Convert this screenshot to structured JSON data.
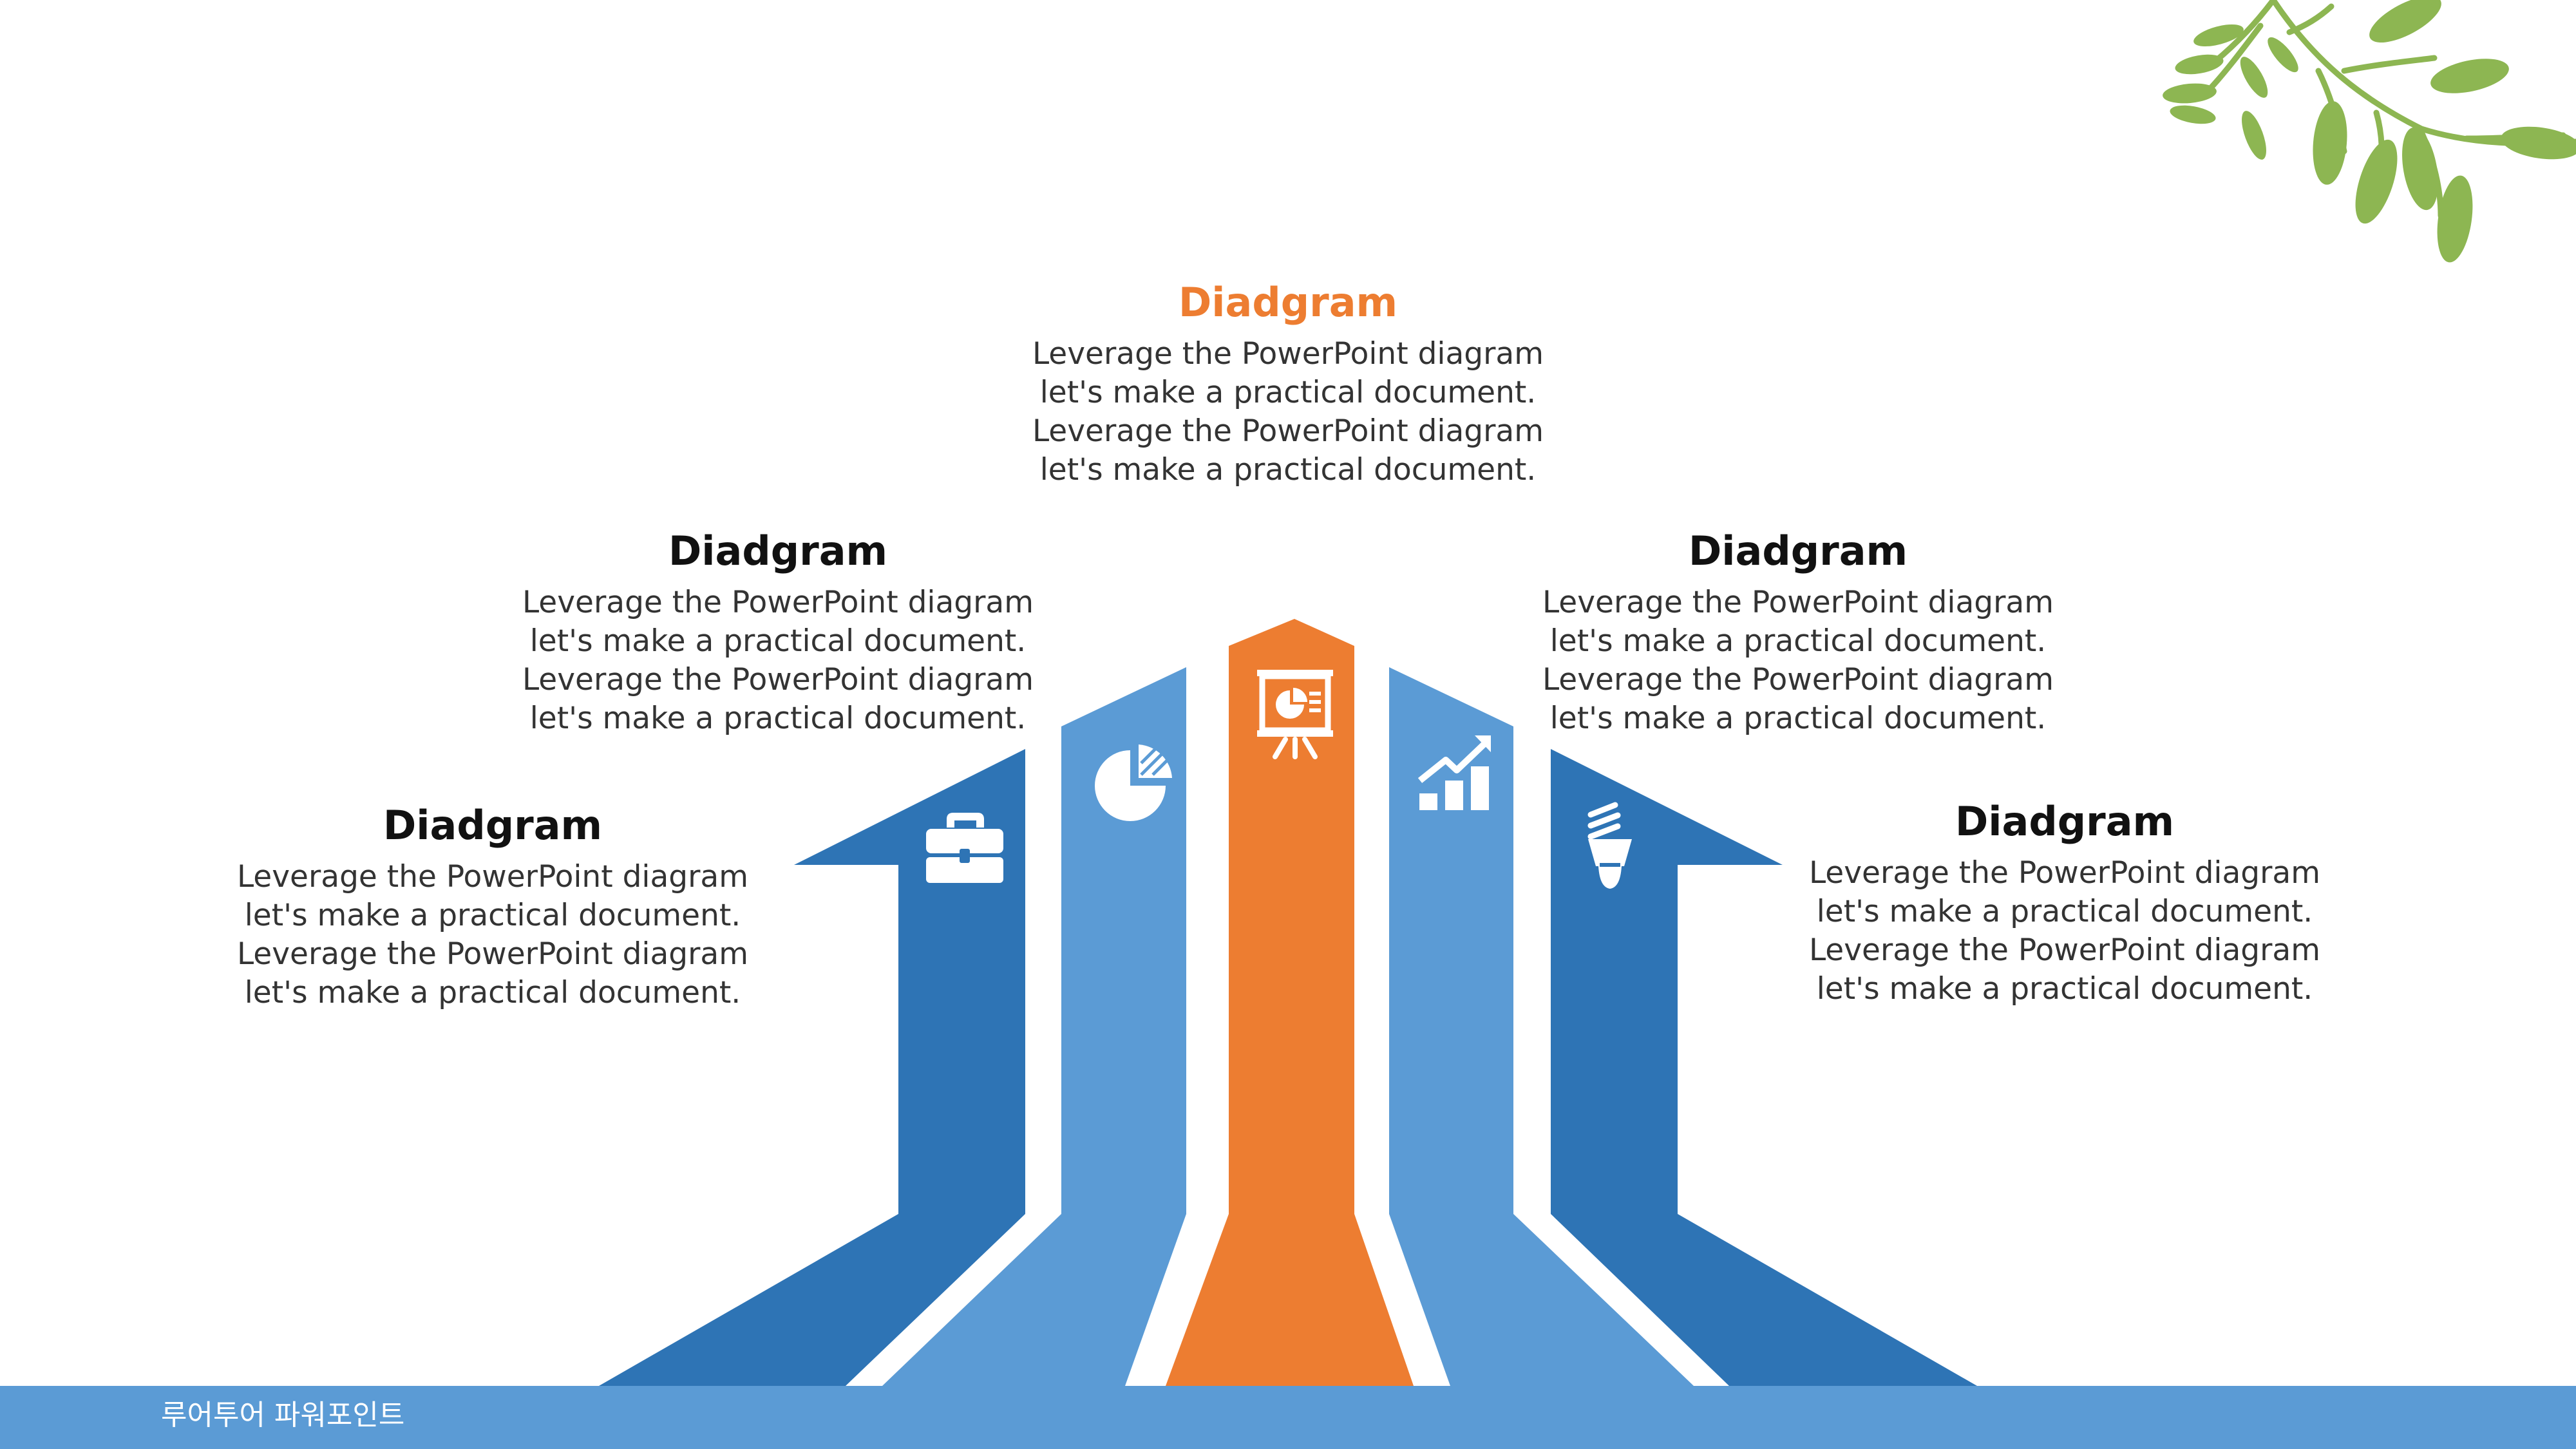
{
  "colors": {
    "orange": "#ED7D31",
    "light_blue": "#5B9BD5",
    "dark_blue": "#2E74B5",
    "leaf_green": "#8DB652",
    "footer": "#5B9BD5"
  },
  "blocks": {
    "top": {
      "title": "Diadgram",
      "body": "Leverage the PowerPoint diagram let's make a practical document. Leverage the PowerPoint diagram let's make a practical document."
    },
    "upper_left": {
      "title": "Diadgram",
      "body": "Leverage the PowerPoint diagram let's make a practical document. Leverage the PowerPoint diagram let's make a practical document."
    },
    "upper_right": {
      "title": "Diadgram",
      "body": "Leverage the PowerPoint diagram let's make a practical document. Leverage the PowerPoint diagram let's make a practical document."
    },
    "lower_left": {
      "title": "Diadgram",
      "body": "Leverage the PowerPoint diagram let's make a practical document. Leverage the PowerPoint diagram let's make a practical document."
    },
    "lower_right": {
      "title": "Diadgram",
      "body": "Leverage the PowerPoint diagram let's make a practical document. Leverage the PowerPoint diagram let's make a practical document."
    }
  },
  "icons": {
    "outer_left": "briefcase-icon",
    "inner_left": "pie-chart-icon",
    "center": "presentation-board-icon",
    "inner_right": "bar-chart-growth-icon",
    "outer_right": "light-bulb-icon"
  },
  "footer": {
    "text": "루어투어 파워포인트"
  }
}
